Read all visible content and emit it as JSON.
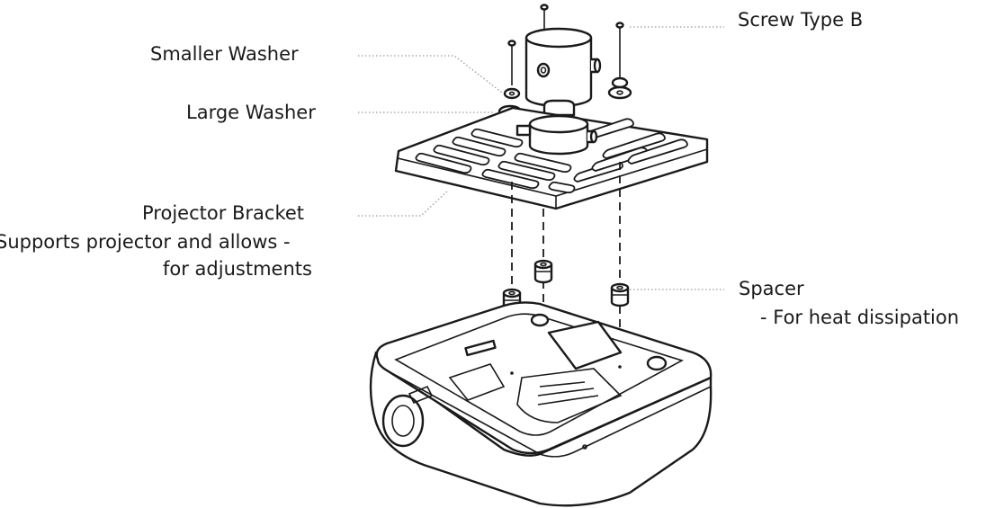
{
  "labels": {
    "screw_type_b": "Screw Type B",
    "smaller_washer": "Smaller Washer",
    "large_washer": "Large Washer",
    "projector_bracket": "Projector Bracket",
    "bracket_desc_line1": "Supports projector and allows -",
    "bracket_desc_line2": "for adjustments",
    "spacer": "Spacer",
    "spacer_desc": "- For heat dissipation"
  }
}
